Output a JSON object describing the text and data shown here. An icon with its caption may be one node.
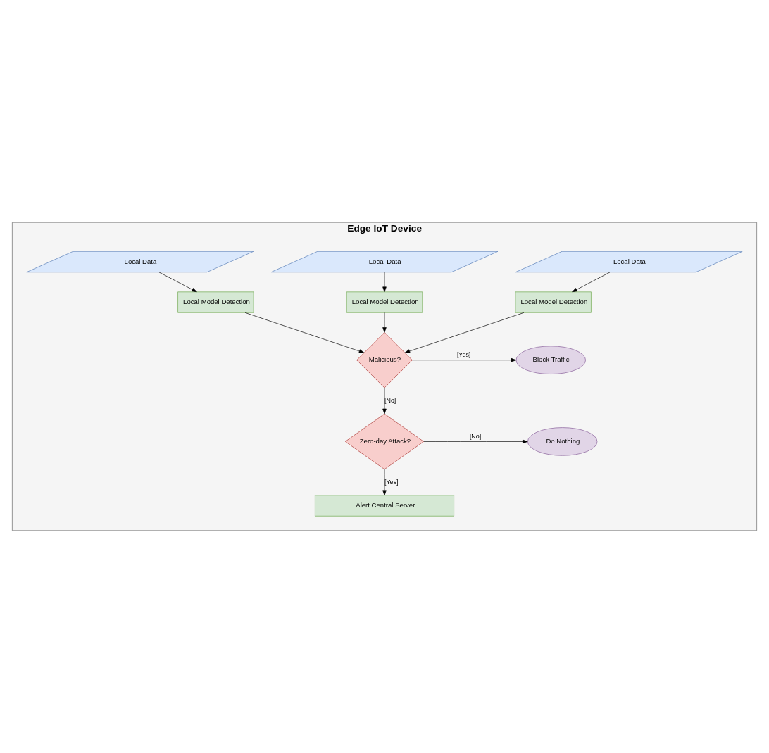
{
  "diagram": {
    "nodes": [
      {
        "text": [
          "Edge IoT Device"
        ]
      },
      {
        "text": [
          "Local Data"
        ],
        "in": 0
      },
      {
        "text": [
          "Local Data"
        ],
        "in": 0
      },
      {
        "text": [
          "Local Data"
        ],
        "in": 0
      },
      {
        "text": [
          "Local Model Detection"
        ],
        "in": 0
      },
      {
        "text": [
          "Local Model Detection"
        ],
        "in": 0
      },
      {
        "text": [
          "Local Model Detection"
        ],
        "in": 0
      },
      {
        "text": [
          "Malicious?"
        ],
        "in": 0
      },
      {
        "text": [
          "Block Traffic"
        ],
        "in": 0
      },
      {
        "text": [
          "Zero-day Attack?"
        ],
        "in": 0
      },
      {
        "text": [
          "Do Nothing"
        ],
        "in": 0
      },
      {
        "text": [
          "Alert Central Server"
        ],
        "in": 0
      }
    ],
    "edges": [
      {
        "from": 1,
        "to": 4,
        "arrow": "to"
      },
      {
        "from": 2,
        "to": 5,
        "arrow": "to"
      },
      {
        "from": 3,
        "to": 6,
        "arrow": "to"
      },
      {
        "from": 4,
        "to": 7,
        "arrow": "to"
      },
      {
        "from": 5,
        "to": 7,
        "arrow": "to"
      },
      {
        "from": 6,
        "to": 7,
        "arrow": "to"
      },
      {
        "from": 7,
        "to": 8,
        "arrow": "to",
        "label": "[Yes]"
      },
      {
        "from": 7,
        "to": 9,
        "arrow": "to",
        "label": "[No]"
      },
      {
        "from": 9,
        "to": 10,
        "arrow": "to",
        "label": "[No]"
      },
      {
        "from": 9,
        "to": 11,
        "arrow": "to",
        "label": "[Yes]"
      }
    ]
  }
}
